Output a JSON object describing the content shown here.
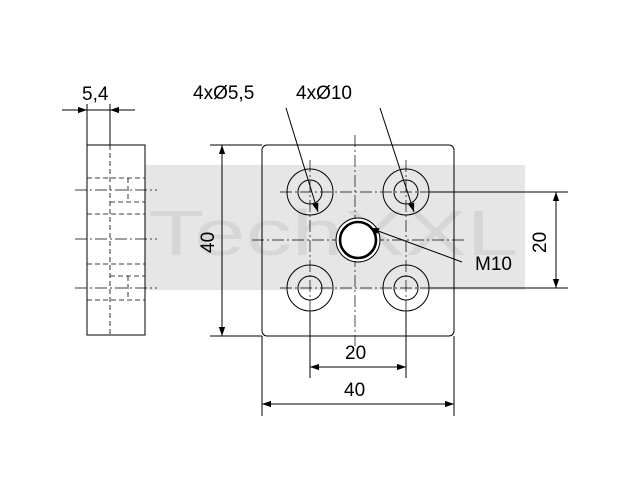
{
  "watermark": {
    "text": "TechXXL",
    "color": "#d6d6d6"
  },
  "dimensions": {
    "thickness": "5,4",
    "small_hole": "4xØ5,5",
    "large_hole": "4xØ10",
    "thread": "M10",
    "height": "40",
    "hole_spacing_vertical": "20",
    "hole_spacing_horizontal": "20",
    "width": "40"
  },
  "colors": {
    "line": "#000000",
    "background": "#ffffff"
  }
}
